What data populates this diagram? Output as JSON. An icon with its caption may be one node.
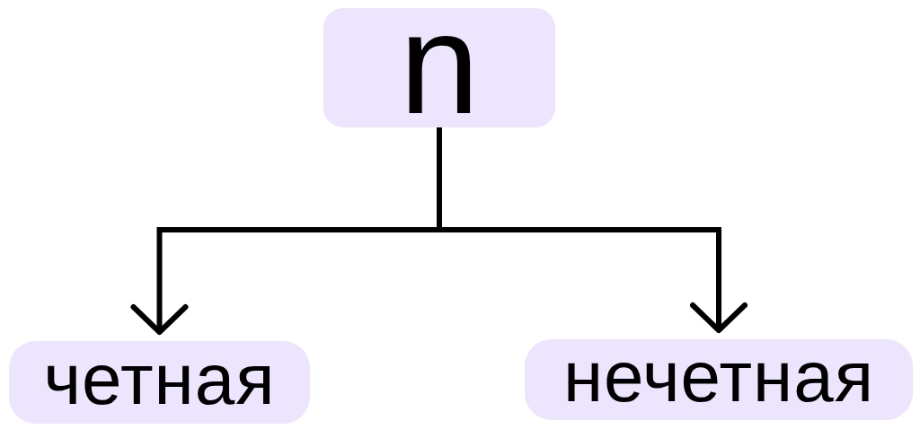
{
  "diagram": {
    "nodes": [
      {
        "text": [
          "n"
        ]
      },
      {
        "text": [
          "четная"
        ]
      },
      {
        "text": [
          "нечетная"
        ]
      }
    ],
    "edges": [
      {
        "from": 0,
        "to": 1,
        "arrow": "to"
      },
      {
        "from": 0,
        "to": 2,
        "arrow": "to"
      }
    ]
  }
}
